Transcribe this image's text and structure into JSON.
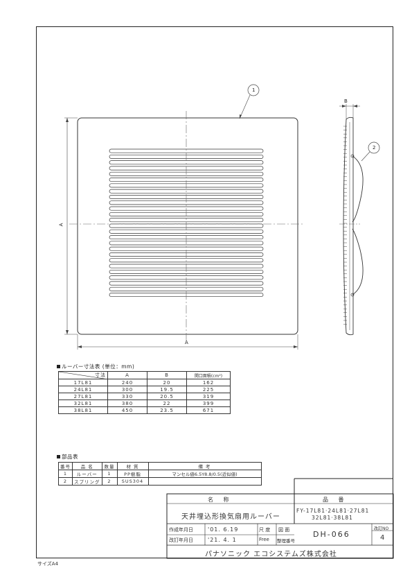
{
  "drawing": {
    "balloon_1": "1",
    "balloon_2": "2",
    "dim_A_horizontal": "A",
    "dim_A_vertical": "A",
    "dim_B": "B"
  },
  "size_table": {
    "caption": "ルーバー寸法表 (単位：mm)",
    "header_diag": "寸法",
    "headers": [
      "A",
      "B",
      "開口面積(cm²)"
    ],
    "rows": [
      [
        "17L81",
        "240",
        "20",
        "162"
      ],
      [
        "24L81",
        "300",
        "19.5",
        "225"
      ],
      [
        "27L81",
        "330",
        "20.5",
        "319"
      ],
      [
        "32L81",
        "380",
        "22",
        "399"
      ],
      [
        "38L81",
        "450",
        "23.5",
        "671"
      ]
    ]
  },
  "parts_table": {
    "caption": "部品表",
    "headers": [
      "番号",
      "品 名",
      "数量",
      "材 質",
      "備 考"
    ],
    "rows": [
      [
        "1",
        "ルーバー",
        "1",
        "PP樹脂",
        "マンセル値6.5Y8.8/0.5(近似値)"
      ],
      [
        "2",
        "スプリング",
        "2",
        "SUS304",
        ""
      ]
    ]
  },
  "title_block": {
    "name_label": "名 称",
    "name": "天井埋込形換気扇用ルーバー",
    "product_label": "品 番",
    "product_line1": "FY-17L81·24L81·27L81",
    "product_line2": "32L81·38L81",
    "created_label": "作成年月日",
    "created_date": "'01. 6.19",
    "revised_label": "改訂年月日",
    "revised_date": "'21. 4. 1",
    "scale_label": "尺 度",
    "scale_value": "Free",
    "drawing_label": "図 面",
    "number_label": "整理番号",
    "drawing_number": "DH-066",
    "rev_label": "改訂NO",
    "rev_value": "4",
    "company": "パナソニック エコシステムズ株式会社"
  },
  "paper_size": "サイズA4"
}
